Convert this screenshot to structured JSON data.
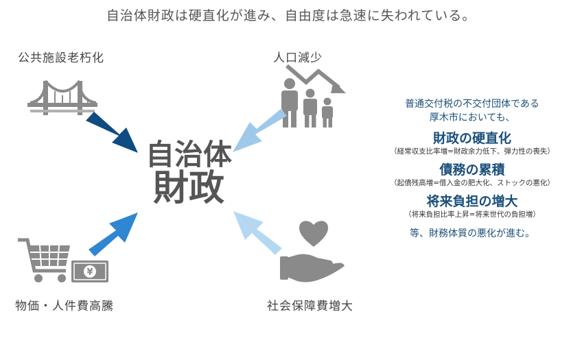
{
  "title": "自治体財政は硬直化が進み、自由度は急速に失われている。",
  "center": {
    "line1": "自治体",
    "line2": "財政"
  },
  "factors": {
    "top_left": "公共施設老朽化",
    "top_right": "人口減少",
    "bottom_left": "物価・人件費高騰",
    "bottom_right": "社会保障費増大"
  },
  "panel": {
    "intro1": "普通交付税の不交付団体である",
    "intro2": "厚木市においても、",
    "items": [
      {
        "head": "財政の硬直化",
        "sub": "（経常収支比率増=財政余力低下、弾力性の喪失）"
      },
      {
        "head": "債務の累積",
        "sub": "（起債残高増=借入金の肥大化、ストックの悪化）"
      },
      {
        "head": "将来負担の増大",
        "sub": "（将来負担比率上昇=将来世代の負担増）"
      }
    ],
    "closing": "等、財務体質の悪化が進む。"
  },
  "money_glyph": "¥",
  "colors": {
    "arrow_dark": "#0f4c81",
    "arrow_light": "#9ec9ea",
    "arrow_mid": "#2f86d1",
    "arrow_pale": "#b5d8f2",
    "icon_gray": "#8a8a8a",
    "panel_text": "#1b4f7a"
  }
}
